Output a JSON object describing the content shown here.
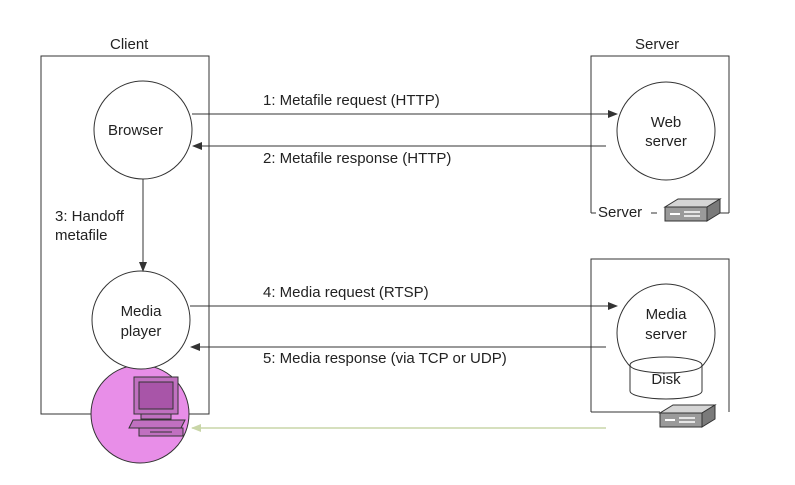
{
  "client": {
    "title": "Client"
  },
  "server": {
    "title": "Server"
  },
  "nodes": {
    "browser": "Browser",
    "web_server_line1": "Web",
    "web_server_line2": "server",
    "media_player_line1": "Media",
    "media_player_line2": "player",
    "media_server_line1": "Media",
    "media_server_line2": "server",
    "disk": "Disk",
    "server_box_label": "Server"
  },
  "steps": {
    "s1": "1: Metafile request (HTTP)",
    "s2": "2: Metafile response (HTTP)",
    "s3_line1": "3: Handoff",
    "s3_line2": "metafile",
    "s4": "4: Media request (RTSP)",
    "s5": "5: Media response (via TCP or UDP)"
  },
  "colors": {
    "line": "#333333",
    "highlight": "#e88ee8",
    "monitor": "#c070c0",
    "faint_arrow": "#c9d6a8",
    "server_device": "#9a9a9a"
  },
  "icons": [
    "desktop-computer-icon",
    "server-device-icon"
  ]
}
